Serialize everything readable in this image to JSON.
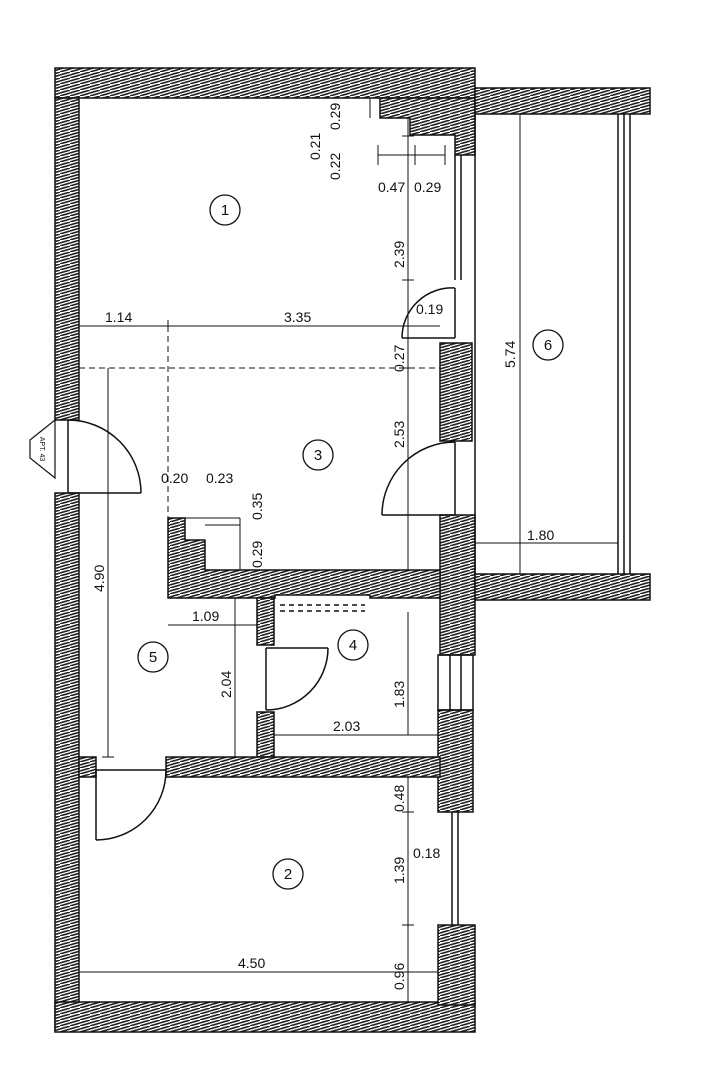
{
  "rooms": {
    "r1": "1",
    "r2": "2",
    "r3": "3",
    "r4": "4",
    "r5": "5",
    "r6": "6"
  },
  "apartment_label": "APT. 43",
  "dimensions": {
    "d_0_21": "0.21",
    "d_0_22": "0.22",
    "d_0_29_top": "0.29",
    "d_0_47": "0.47",
    "d_0_29_b": "0.29",
    "d_2_39": "2.39",
    "d_1_14": "1.14",
    "d_3_35": "3.35",
    "d_0_19": "0.19",
    "d_0_27": "0.27",
    "d_5_74": "5.74",
    "d_2_53": "2.53",
    "d_0_20": "0.20",
    "d_0_23": "0.23",
    "d_0_35": "0.35",
    "d_0_29_c": "0.29",
    "d_4_90": "4.90",
    "d_1_80": "1.80",
    "d_1_09": "1.09",
    "d_2_04": "2.04",
    "d_1_83": "1.83",
    "d_2_03": "2.03",
    "d_0_48": "0.48",
    "d_1_39": "1.39",
    "d_0_18": "0.18",
    "d_4_50": "4.50",
    "d_0_96": "0.96"
  }
}
